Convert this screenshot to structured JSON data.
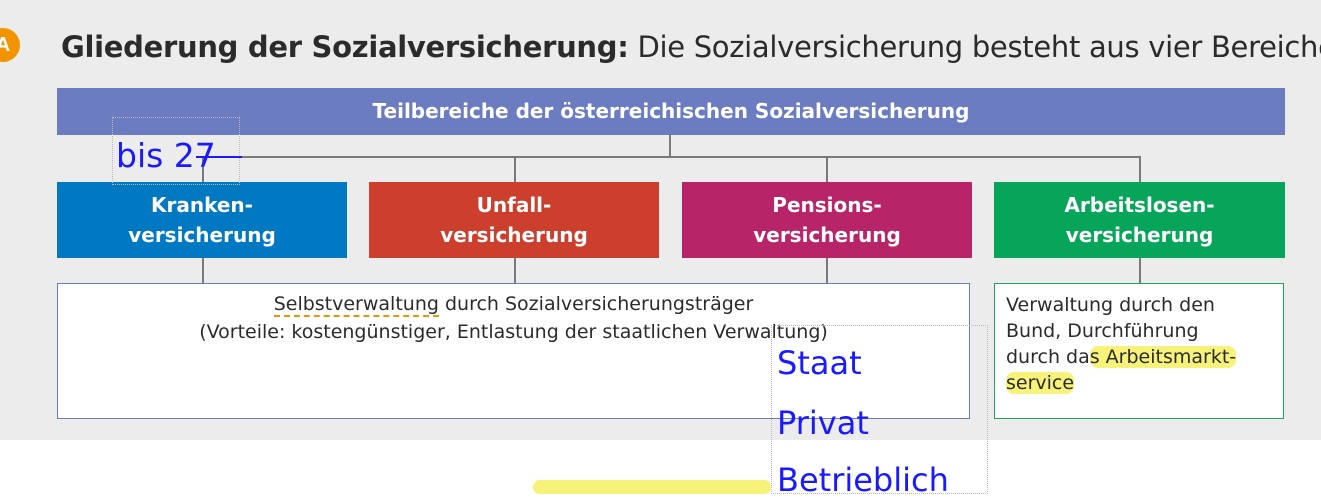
{
  "heading": {
    "bold": "Gliederung der Sozialversicherung:",
    "rest": " Die Sozialversicherung besteht aus vier Bereichen."
  },
  "logo": {
    "icon": "orange-circle-logo",
    "letter": "A"
  },
  "title_bar": "Teilbereiche der österreichischen Sozialversicherung",
  "branches": [
    {
      "line1": "Kranken-",
      "line2": "versicherung",
      "color": "#0079c2"
    },
    {
      "line1": "Unfall-",
      "line2": "versicherung",
      "color": "#cb3f2c"
    },
    {
      "line1": "Pensions-",
      "line2": "versicherung",
      "color": "#b82468"
    },
    {
      "line1": "Arbeitslosen-",
      "line2": "versicherung",
      "color": "#07a55a"
    }
  ],
  "self_admin": {
    "word": "Selbstverwaltung",
    "rest": " durch Sozialversicherungsträger",
    "line2": "(Vorteile: kostengünstiger, Entlastung der staatlichen Verwaltung)"
  },
  "bund_admin": {
    "line1": "Verwaltung durch den",
    "line2": "Bund, Durchführung",
    "line3_plain": "durch da",
    "line3_hl": "s Arbeitsmarkt-",
    "line4_hl": "service"
  },
  "handwriting": {
    "age": "bis 27",
    "staat": "Staat",
    "privat": "Privat",
    "betrieblich": "Betrieblich"
  },
  "colors": {
    "title_bar": "#6c7cc0",
    "panel": "#ececec",
    "highlight": "#f6f27a",
    "pen": "#1a1aff"
  }
}
